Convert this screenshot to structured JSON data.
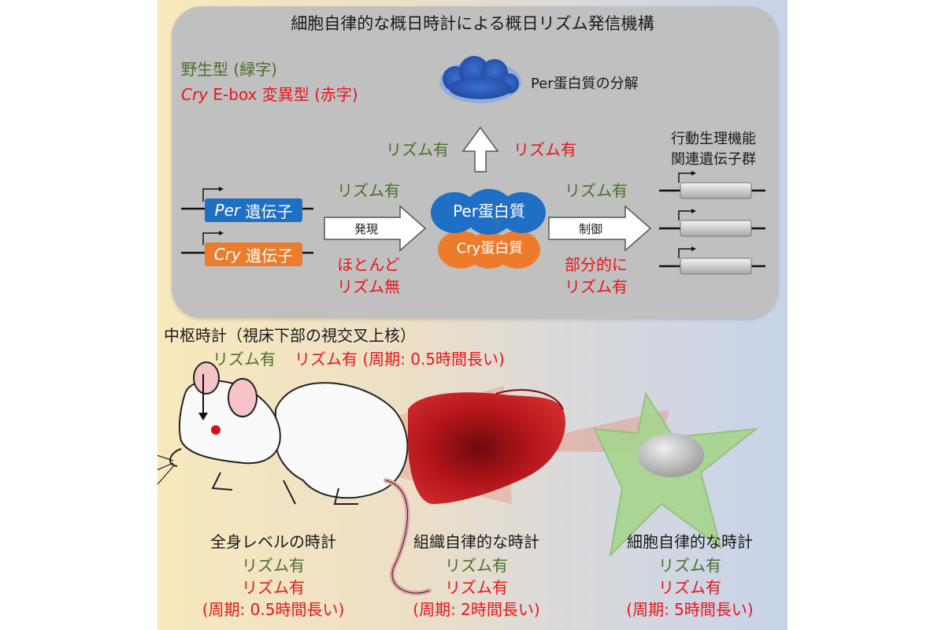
{
  "title": "細胞自律的な概日時計による概日リズム発信機構",
  "legend": {
    "wild": "野生型 (緑字)",
    "mutant_italic": "Cry",
    "mutant_rest": " E-box 変異型 (赤字)"
  },
  "cloud_label": "Per蛋白質の分解",
  "up_arrow": {
    "left": "リズム有",
    "right": "リズム有"
  },
  "genes": {
    "per_italic": "Per",
    "per_rest": " 遺伝子",
    "cry_italic": "Cry",
    "cry_rest": " 遺伝子"
  },
  "express": {
    "top": "リズム有",
    "arrow_label": "発現",
    "bottom1": "ほとんど",
    "bottom2": "リズム無"
  },
  "proteins": {
    "per": "Per蛋白質",
    "cry": "Cry蛋白質"
  },
  "control": {
    "top": "リズム有",
    "arrow_label": "制御",
    "bottom1": "部分的に",
    "bottom2": "リズム有"
  },
  "behavior": {
    "line1": "行動生理機能",
    "line2": "関連遺伝子群"
  },
  "central": {
    "title": "中枢時計（視床下部の視交叉上核）",
    "green": "リズム有",
    "red": "リズム有 (周期: 0.5時間長い)"
  },
  "levels": [
    {
      "title": "全身レベルの時計",
      "green": "リズム有",
      "red": "リズム有",
      "period": "(周期: 0.5時間長い)"
    },
    {
      "title": "組織自律的な時計",
      "green": "リズム有",
      "red": "リズム有",
      "period": "(周期: 2時間長い)"
    },
    {
      "title": "細胞自律的な時計",
      "green": "リズム有",
      "red": "リズム有",
      "period": "(周期: 5時間長い)"
    }
  ],
  "colors": {
    "green_text": "#4a6e2a",
    "red_text": "#e8151b",
    "per_blue": "#1f6fc4",
    "cry_orange": "#ec7c2c",
    "liver": "#b3151b",
    "cell": "#a6d58c",
    "bubble": "#c0c0c0"
  }
}
